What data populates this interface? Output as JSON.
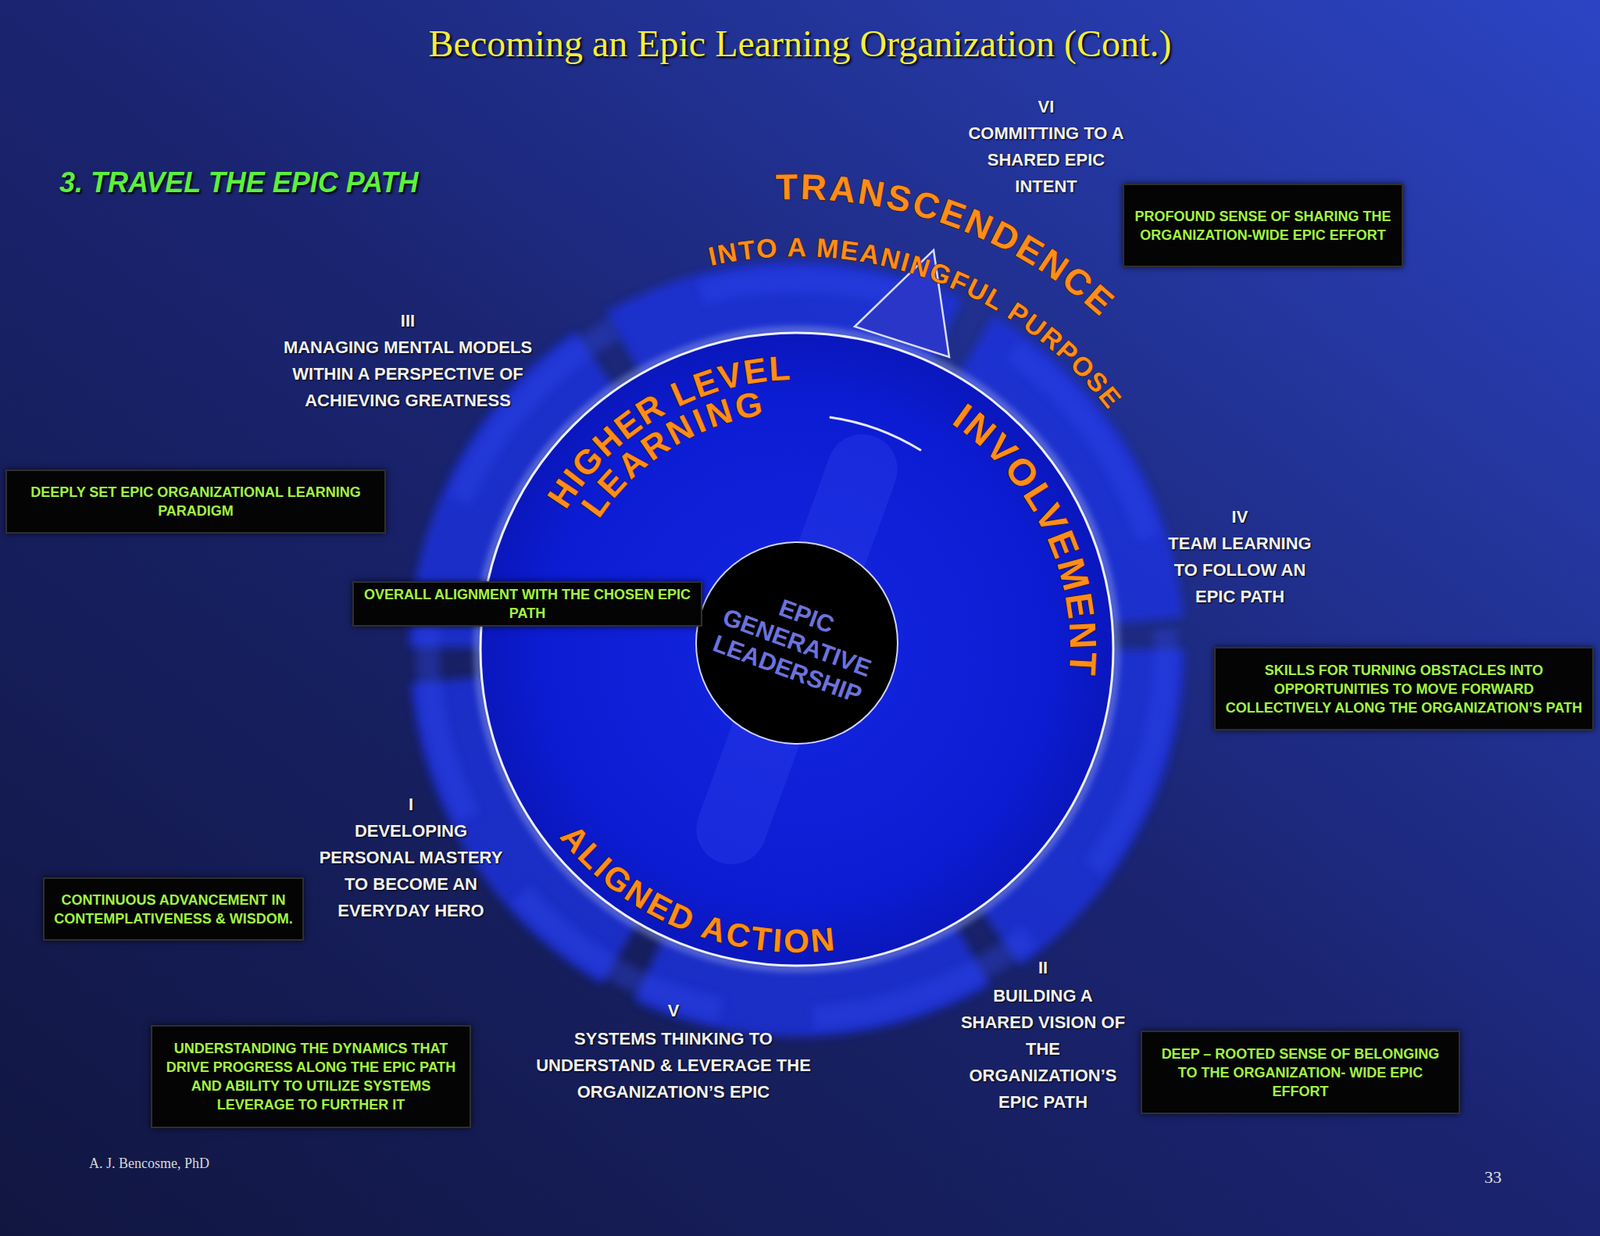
{
  "diagram": {
    "title": "Becoming an Epic Learning Organization (Cont.)",
    "nodes": [
      {
        "text": [
          "PROFOUND SENSE OF SHARING THE ORGANIZATION-WIDE EPIC EFFORT"
        ]
      },
      {
        "text": [
          "HIGHER LEVEL",
          "LEARNING",
          "INVOLVEMENT",
          "ALIGNED ACTION"
        ]
      },
      {
        "text": [
          "EPIC GENERATIVE LEADERSHIP"
        ],
        "in": 1
      },
      {
        "text": [
          "DEEPLY SET EPIC ORGANIZATIONAL LEARNING PARADIGM"
        ]
      },
      {
        "text": [
          "OVERALL ALIGNMENT WITH THE CHOSEN EPIC PATH"
        ]
      },
      {
        "text": [
          "SKILLS FOR TURNING OBSTACLES INTO OPPORTUNITIES TO MOVE FORWARD COLLECTIVELY ALONG THE ORGANIZATION’S PATH"
        ]
      },
      {
        "text": [
          "CONTINUOUS ADVANCEMENT IN CONTEMPLATIVENESS & WISDOM."
        ]
      },
      {
        "text": [
          "UNDERSTANDING THE DYNAMICS THAT DRIVE PROGRESS ALONG THE EPIC PATH AND ABILITY TO UTILIZE SYSTEMS LEVERAGE TO FURTHER IT"
        ]
      },
      {
        "text": [
          "DEEP – ROOTED SENSE OF BELONGING TO THE ORGANIZATION- WIDE EPIC EFFORT"
        ]
      }
    ],
    "labels": [
      "3. TRAVEL THE EPIC PATH",
      "TRANSCENDENCE",
      "INTO A MEANINGFUL PURPOSE",
      "VI",
      "COMMITTING TO A SHARED EPIC INTENT",
      "III",
      "MANAGING MENTAL MODELS WITHIN A PERSPECTIVE OF ACHIEVING GREATNESS",
      "IV",
      "TEAM LEARNING TO FOLLOW AN EPIC PATH",
      "I",
      "DEVELOPING PERSONAL MASTERY TO BECOME AN EVERYDAY HERO",
      "II",
      "BUILDING A SHARED VISION OF THE ORGANIZATION’S EPIC PATH",
      "V",
      "SYSTEMS THINKING TO UNDERSTAND & LEVERAGE THE ORGANIZATION’S EPIC",
      "A. J. Bencosme, PhD",
      "33"
    ]
  }
}
